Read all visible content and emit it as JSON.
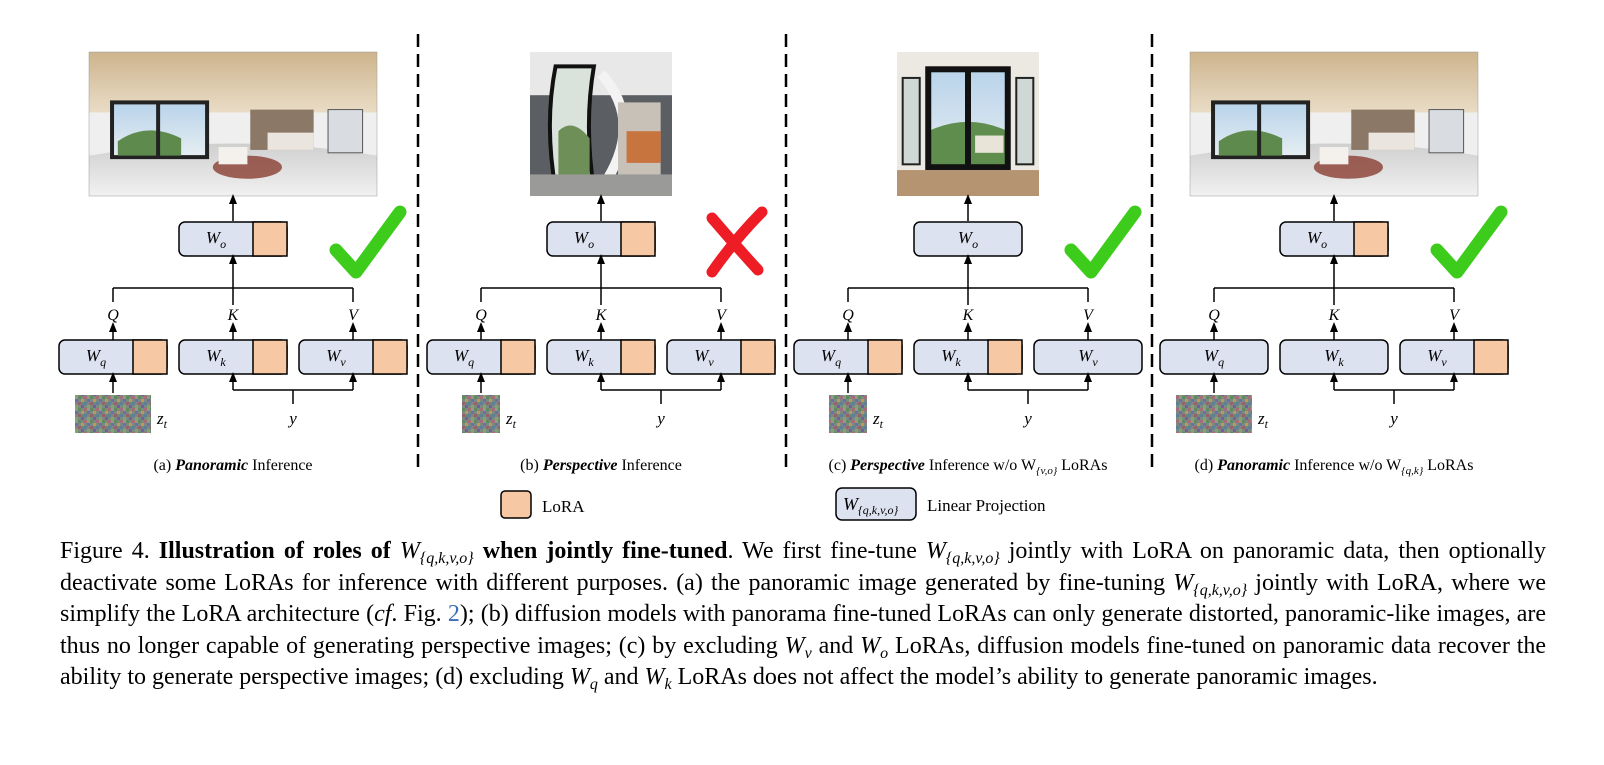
{
  "figure": {
    "panels": [
      {
        "id": "a",
        "letter": "(a)",
        "mode": "Panoramic",
        "suffix": " Inference",
        "lora_sub": "",
        "lora_word": "",
        "image": "panorama-interior-render",
        "result": "check",
        "lora": {
          "q": true,
          "k": true,
          "v": true,
          "o": true
        }
      },
      {
        "id": "b",
        "letter": "(b)",
        "mode": "Perspective",
        "suffix": " Inference",
        "lora_sub": "",
        "lora_word": "",
        "image": "distorted-perspective-render",
        "result": "cross",
        "lora": {
          "q": true,
          "k": true,
          "v": true,
          "o": true
        }
      },
      {
        "id": "c",
        "letter": "(c)",
        "mode": "Perspective",
        "suffix": " Inference w/o W",
        "lora_sub": "{v,o}",
        "lora_word": " LoRAs",
        "image": "perspective-interior-render",
        "result": "check",
        "lora": {
          "q": true,
          "k": true,
          "v": false,
          "o": false
        }
      },
      {
        "id": "d",
        "letter": "(d)",
        "mode": "Panoramic",
        "suffix": " Inference w/o W",
        "lora_sub": "{q,k}",
        "lora_word": " LoRAs",
        "image": "panorama-interior-render",
        "result": "check",
        "lora": {
          "q": false,
          "k": false,
          "v": true,
          "o": true
        }
      }
    ],
    "labels": {
      "W": "W",
      "q": "q",
      "k": "k",
      "v": "v",
      "o": "o",
      "Q": "Q",
      "K": "K",
      "V": "V",
      "zt": "z",
      "zt_sub": "t",
      "y": "y"
    },
    "legend": {
      "lora_label": "LoRA",
      "proj_symbol": "W",
      "proj_sub": "{q,k,v,o}",
      "proj_label": "Linear Projection"
    },
    "colors": {
      "box_fill": "#dde2f1",
      "lora_fill": "#f7c8a4",
      "check": "#3ecc1c",
      "cross": "#ee1c24"
    }
  },
  "caption": {
    "fig_label": "Figure 4.",
    "bold_a": "Illustration of roles of",
    "bold_b": "when jointly fine-tuned",
    "t1": ". We first fine-tune",
    "t2": "jointly with LoRA on panoramic data, then optionally deactivate some LoRAs for inference with different purposes. (a) the panoramic image generated by fine-tuning",
    "t3": "jointly with LoRA, where we simplify the LoRA architecture (",
    "cf": "cf",
    "t4": ". Fig.",
    "ref": "2",
    "t5": "); (b) diffusion models with panorama fine-tuned LoRAs can only generate distorted, panoramic-like images, are thus no longer capable of generating perspective images; (c) by excluding",
    "t6": "and",
    "t7": "LoRAs, diffusion models fine-tuned on panoramic data recover the ability to generate perspective images; (d) excluding",
    "t8": "and",
    "t9": "LoRAs does not affect the model’s ability to generate panoramic images.",
    "W": "W",
    "sub_qkvo": "{q,k,v,o}",
    "sub_v": "v",
    "sub_o": "o",
    "sub_q": "q",
    "sub_k": "k"
  }
}
